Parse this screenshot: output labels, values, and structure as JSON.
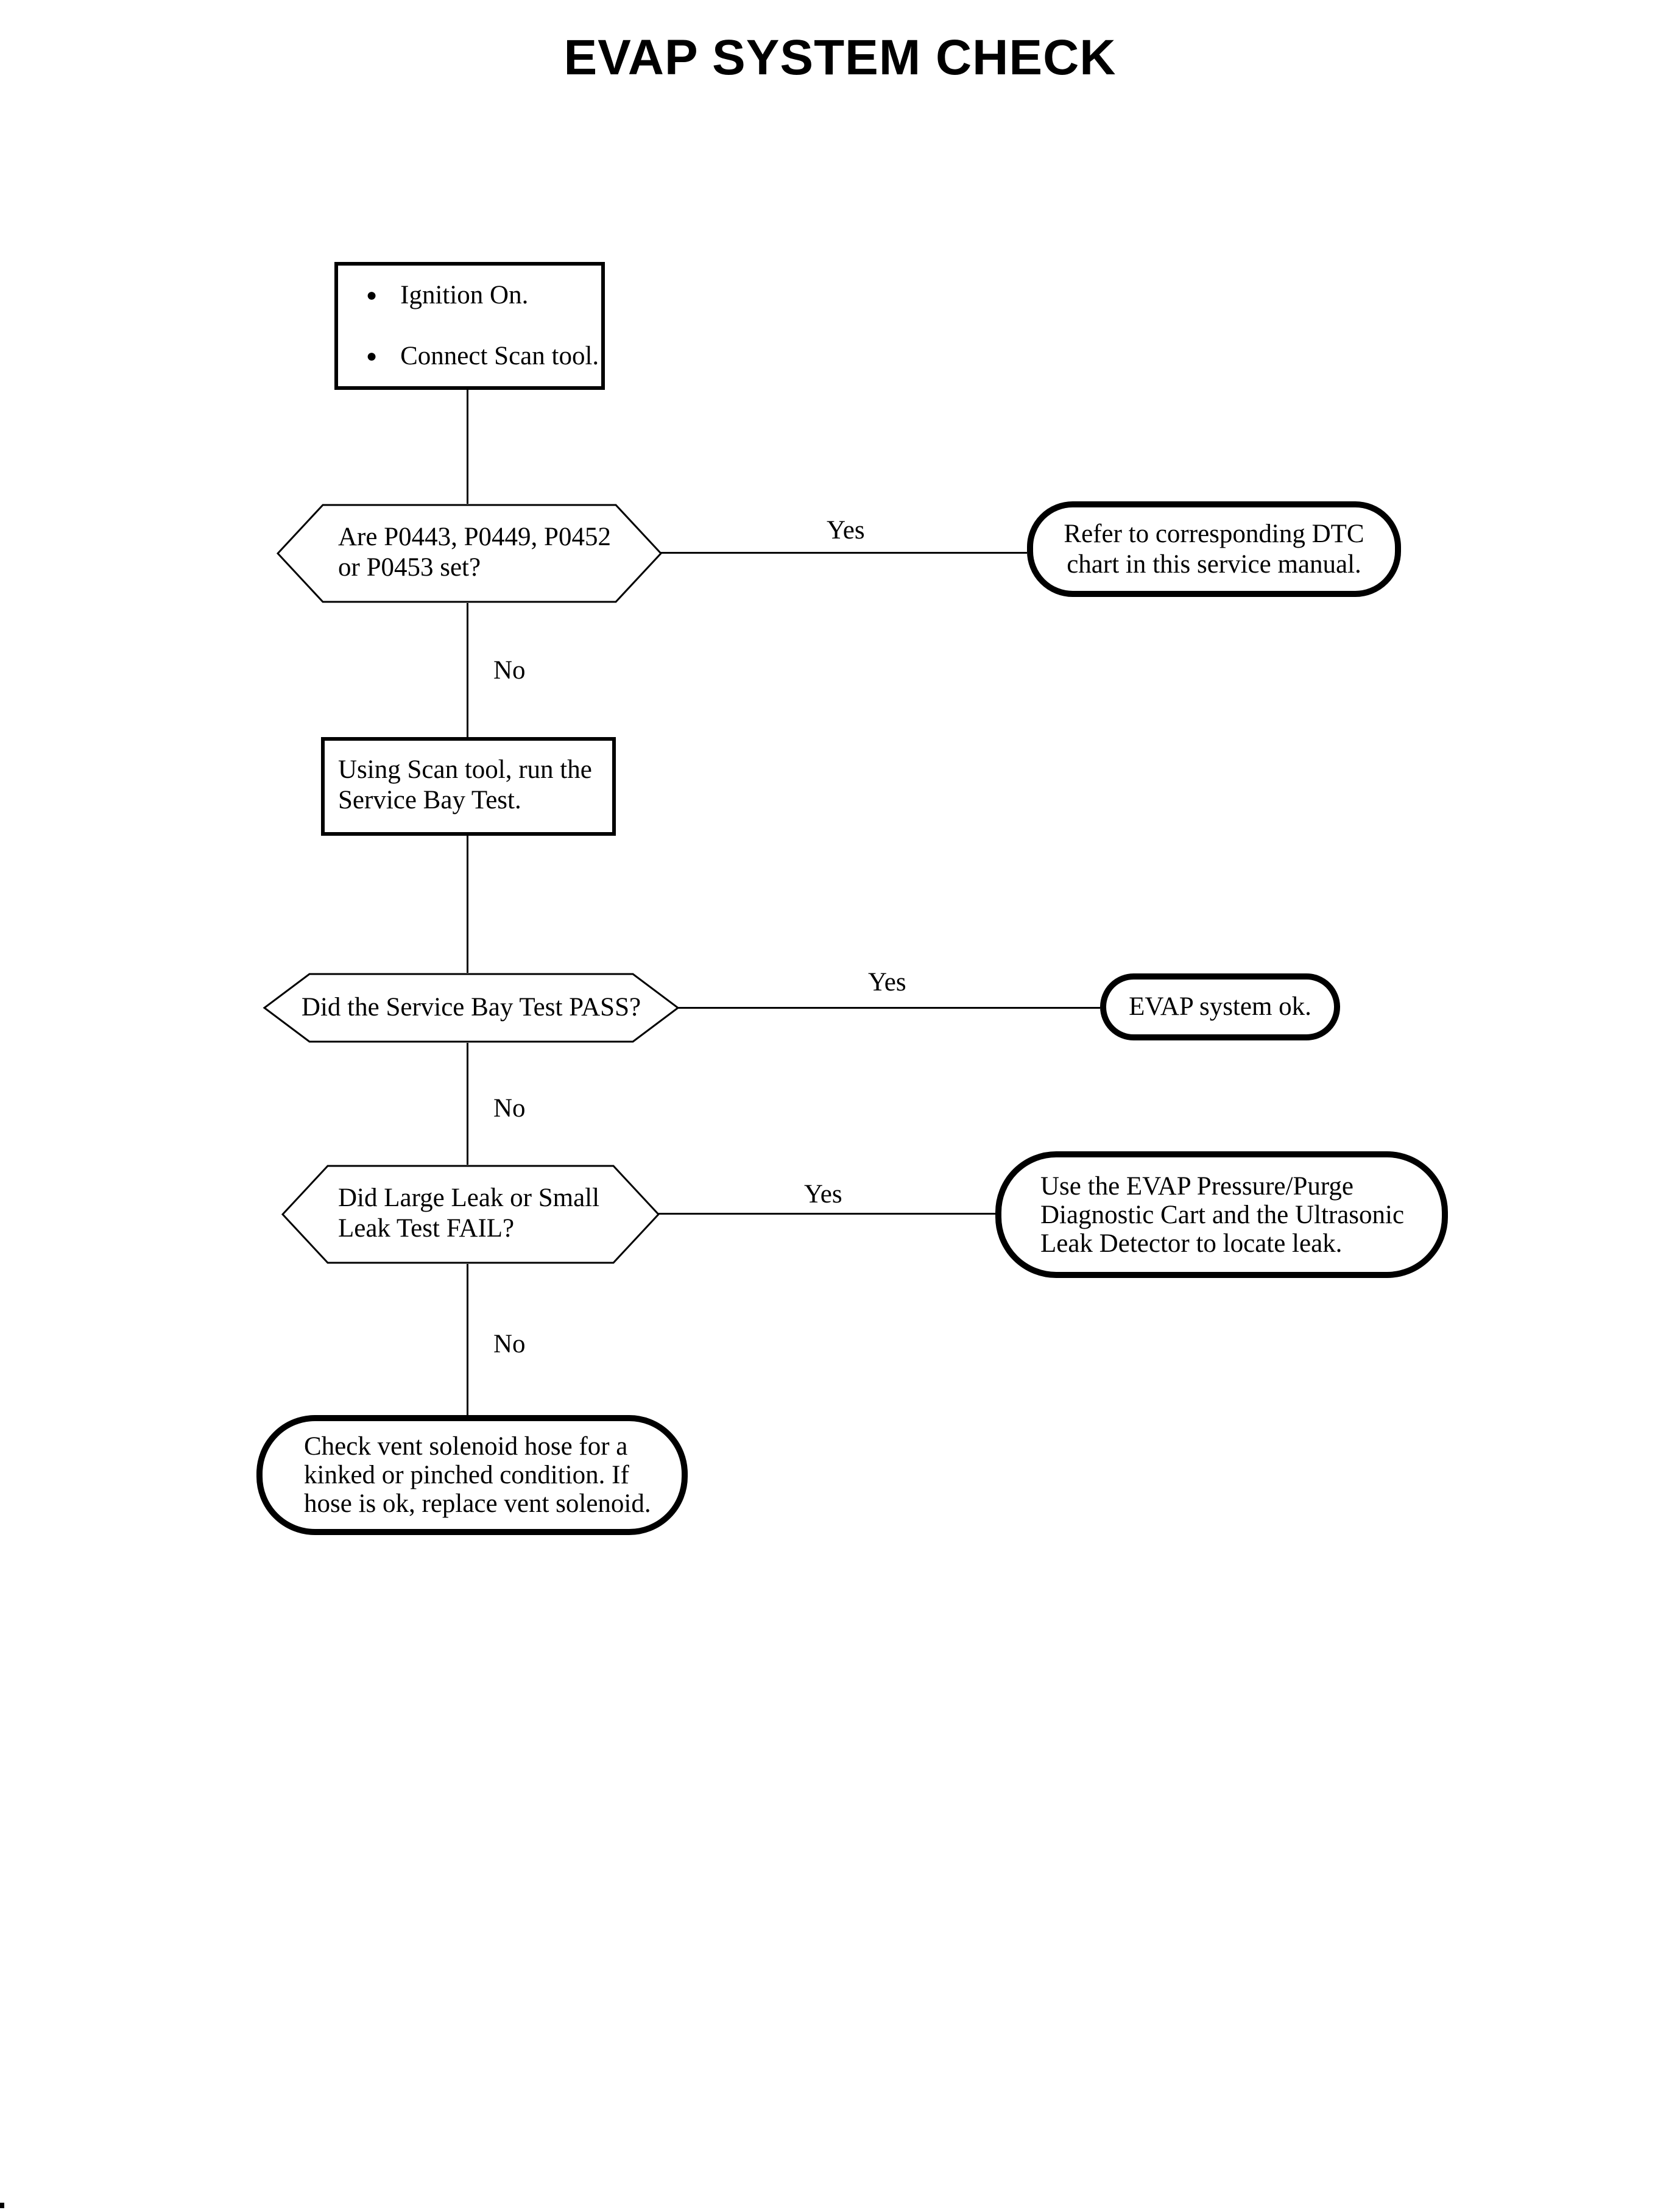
{
  "title": "EVAP SYSTEM CHECK",
  "colors": {
    "ink": "#000000",
    "paper": "#ffffff"
  },
  "glyphs": {
    "bullet": "●"
  },
  "flow": {
    "start": {
      "step1": "Ignition On.",
      "step2": "Connect Scan tool."
    },
    "q1": {
      "line1": "Are P0443, P0449, P0452",
      "line2": "or P0453 set?",
      "yes_label": "Yes",
      "no_label": "No",
      "yes_result": {
        "line1": "Refer to corresponding DTC",
        "line2": "chart in this service manual."
      }
    },
    "action_scan": {
      "line1": "Using Scan tool, run the",
      "line2": "Service Bay Test."
    },
    "q2": {
      "line1": "Did the Service Bay Test PASS?",
      "yes_label": "Yes",
      "no_label": "No",
      "yes_result": {
        "line1": "EVAP system ok."
      }
    },
    "q3": {
      "line1": "Did Large Leak or Small",
      "line2": "Leak Test FAIL?",
      "yes_label": "Yes",
      "no_label": "No",
      "yes_result": {
        "line1": "Use the EVAP Pressure/Purge",
        "line2": "Diagnostic Cart and the Ultrasonic",
        "line3": "Leak Detector to locate leak."
      }
    },
    "end": {
      "line1": "Check vent solenoid hose for a",
      "line2": "kinked or pinched condition. If",
      "line3": "hose is ok, replace vent solenoid."
    }
  }
}
